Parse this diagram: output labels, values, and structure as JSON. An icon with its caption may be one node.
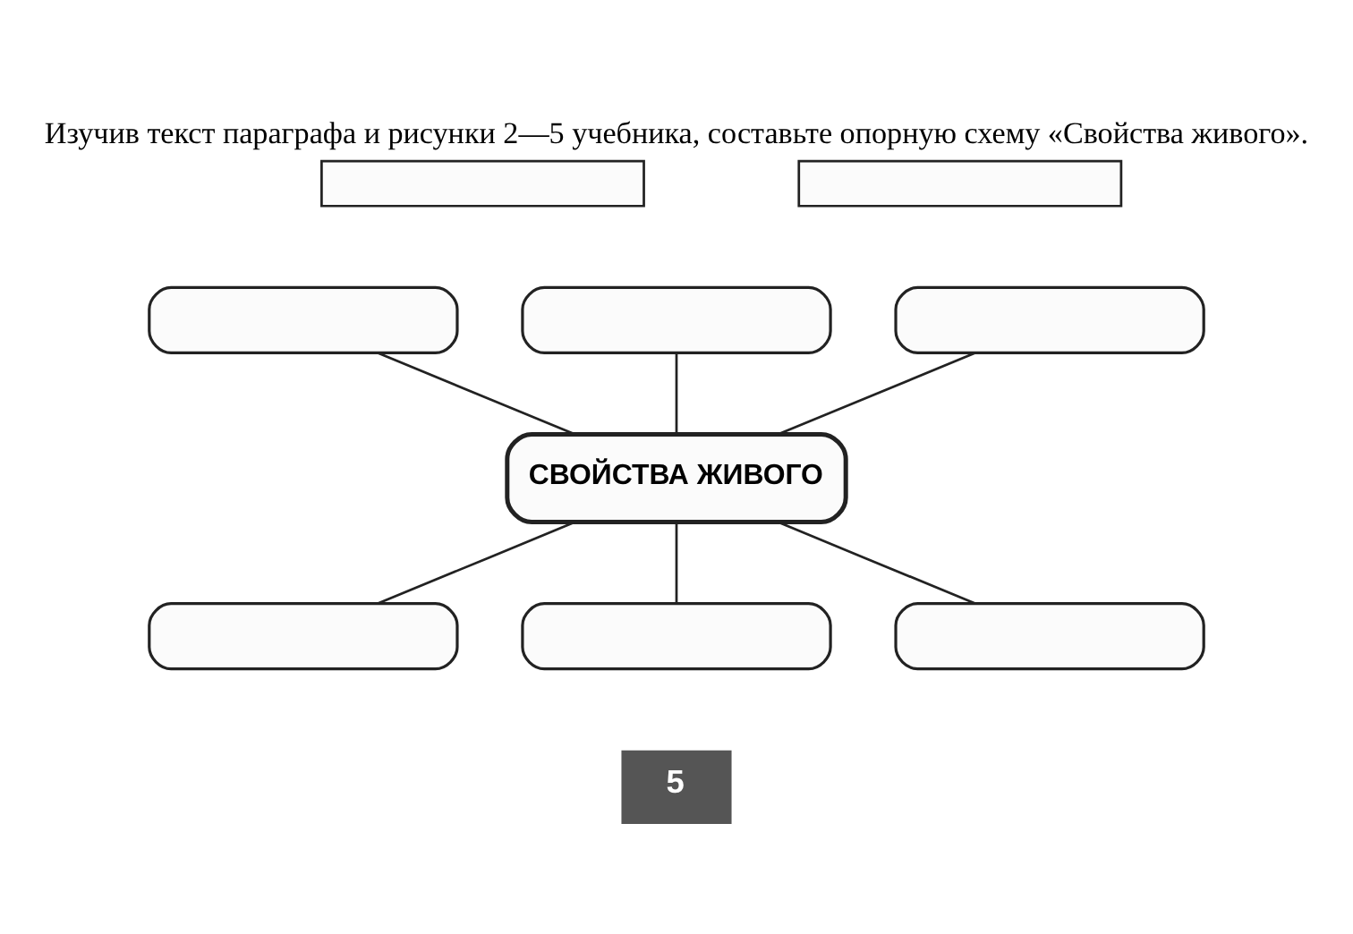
{
  "diagram": {
    "title": "Изучив текст параграфа и рисунки 2—5 учебника, составьте опорную схему «Свойства живого».",
    "nodes": [
      {
        "text": [],
        "shape": "box"
      },
      {
        "text": [],
        "shape": "box"
      },
      {
        "text": [],
        "shape": "box"
      },
      {
        "text": [],
        "shape": "box"
      },
      {
        "text": [],
        "shape": "box"
      },
      {
        "text": [
          "СВОЙСТВА ЖИВОГО"
        ]
      },
      {
        "text": [],
        "shape": "box"
      },
      {
        "text": [],
        "shape": "box"
      },
      {
        "text": [],
        "shape": "box"
      }
    ],
    "edges": [
      {
        "from": 2,
        "to": 5,
        "arrow": "none"
      },
      {
        "from": 3,
        "to": 5,
        "arrow": "none"
      },
      {
        "from": 4,
        "to": 5,
        "arrow": "none"
      },
      {
        "from": 5,
        "to": 6,
        "arrow": "none"
      },
      {
        "from": 5,
        "to": 7,
        "arrow": "none"
      },
      {
        "from": 5,
        "to": 8,
        "arrow": "none"
      }
    ],
    "labels": [
      "5"
    ]
  }
}
